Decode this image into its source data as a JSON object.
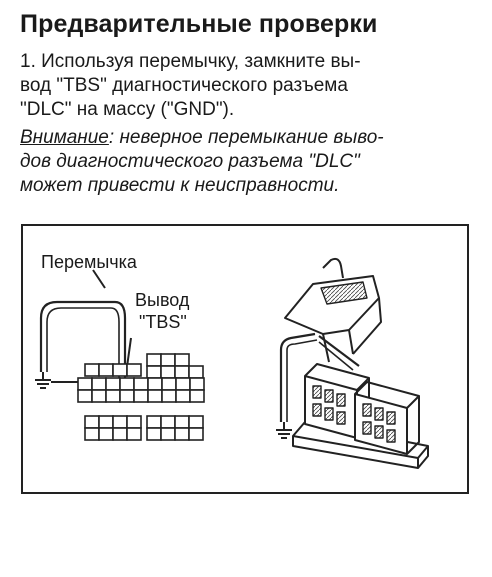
{
  "heading": "Предварительные проверки",
  "step": {
    "lines": [
      "1. Используя перемычку, замкните вы-",
      "вод \"TBS\" диагностического разъема",
      "\"DLC\" на массу (\"GND\")."
    ]
  },
  "caution": {
    "word": "Внимание",
    "first_rest": ": неверное перемыкание выво-",
    "lines": [
      "дов диагностического разъема \"DLC\"",
      "может привести к неисправности."
    ]
  },
  "figure": {
    "jumper_label": "Перемычка",
    "terminal_label_line1": "Вывод",
    "terminal_label_line2": "\"TBS\""
  }
}
